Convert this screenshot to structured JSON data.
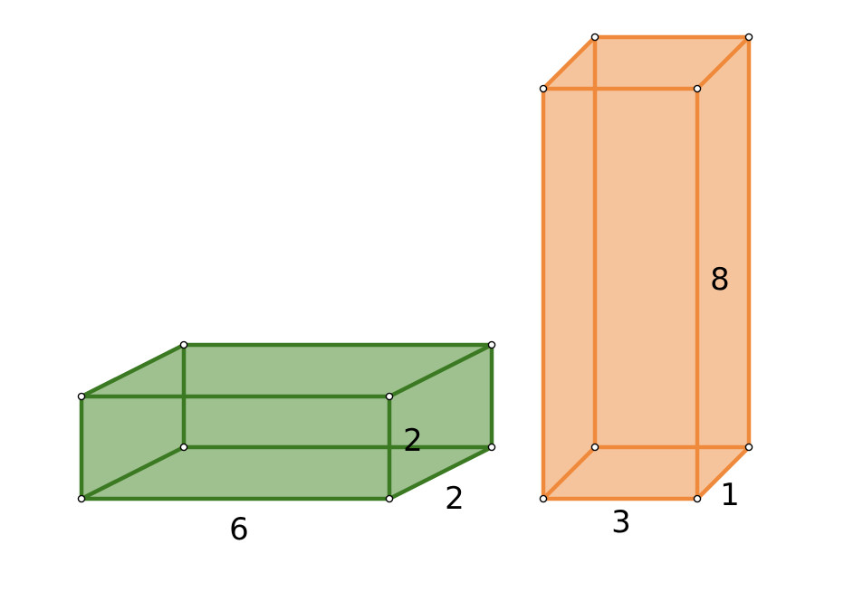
{
  "colors": {
    "green_edge": "#3b7a22",
    "green_face": "#9ec18f",
    "green_bottom": "#6b9e56",
    "orange_edge": "#ef8a3c",
    "orange_face": "#f6c49c",
    "orange_bottom": "#f2a465"
  },
  "prisms": [
    {
      "name": "green-box",
      "dimensions": {
        "length": 6,
        "width": 2,
        "height": 2
      },
      "labels": {
        "length": "6",
        "width": "2",
        "height": "2"
      }
    },
    {
      "name": "orange-box",
      "dimensions": {
        "length": 3,
        "width": 1,
        "height": 8
      },
      "labels": {
        "length": "3",
        "width": "1",
        "height": "8"
      }
    }
  ]
}
